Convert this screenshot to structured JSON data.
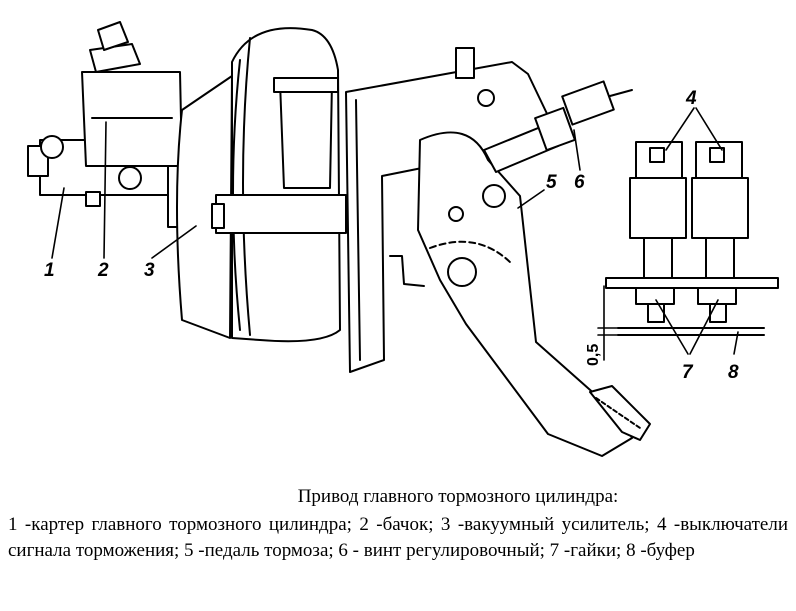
{
  "callouts": {
    "c1": "1",
    "c2": "2",
    "c3": "3",
    "c4": "4",
    "c5": "5",
    "c6": "6",
    "c7": "7",
    "c8": "8"
  },
  "dimension": "0,5",
  "caption": {
    "title": "Привод главного тормозного цилиндра:",
    "body": "1 -картер главного тормозного цилиндра; 2 -бачок; 3 -вакуумный усилитель; 4 -выключатели сигнала торможения; 5 -педаль тормоза; 6 - винт регулировочный; 7 -гайки; 8 -буфер"
  }
}
